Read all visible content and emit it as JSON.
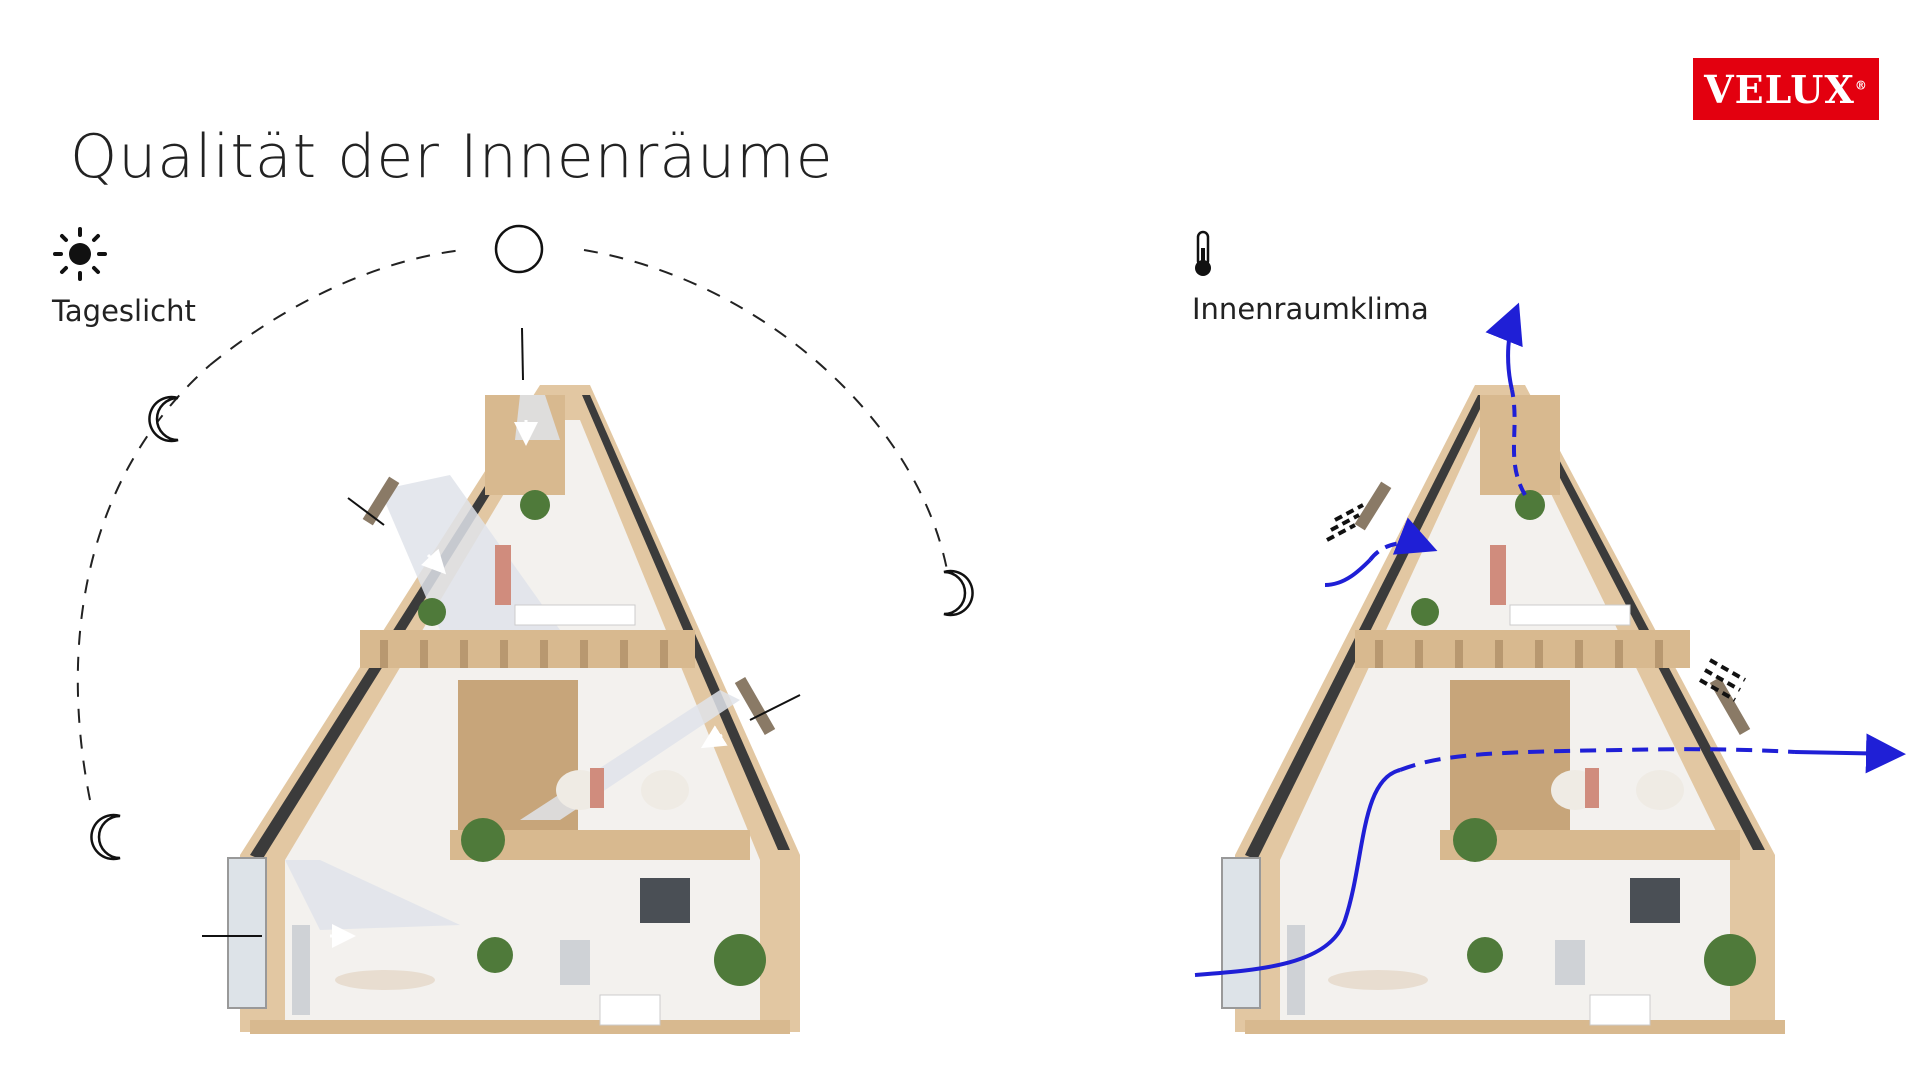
{
  "slide": {
    "title": "Qualität der Innenräume",
    "logo": {
      "text": "VELUX",
      "mark": "®",
      "background": "#e3000f"
    }
  },
  "panels": {
    "daylight": {
      "label": "Tageslicht",
      "icon": "sun-icon"
    },
    "climate": {
      "label": "Innenraumklima",
      "icon": "thermometer-icon"
    }
  },
  "colors": {
    "wood": "#e2c7a2",
    "wood_dark": "#b89870",
    "roof_panel": "#3b3b3b",
    "wall": "#f3f1ee",
    "airflow": "#1f1fd6",
    "light_beam": "#dfe3ea"
  }
}
